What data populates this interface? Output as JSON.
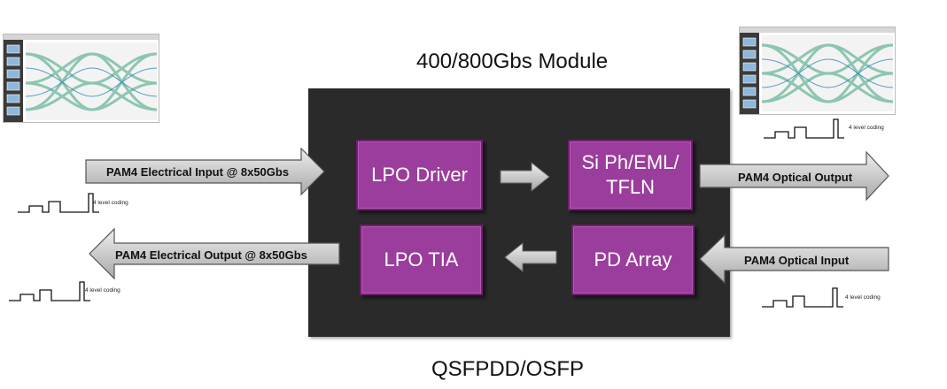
{
  "module_title": "400/800Gbs Module",
  "form_factor": "QSFPDD/OSFP",
  "blocks": {
    "driver": "LPO Driver",
    "modulator": "Si Ph/EML/ TFLN",
    "tia": "LPO TIA",
    "pd": "PD Array"
  },
  "arrows": {
    "elec_in": "PAM4 Electrical Input @ 8x50Gbs",
    "elec_out": "PAM4 Electrical Output @ 8x50Gbs",
    "opt_out": "PAM4 Optical Output",
    "opt_in": "PAM4 Optical Input"
  },
  "coding_label": "4 level coding",
  "colors": {
    "module_bg": "#2b2a2a",
    "block_fill": "#9b3d9c",
    "arrow_fill": "#c8c8c8"
  }
}
